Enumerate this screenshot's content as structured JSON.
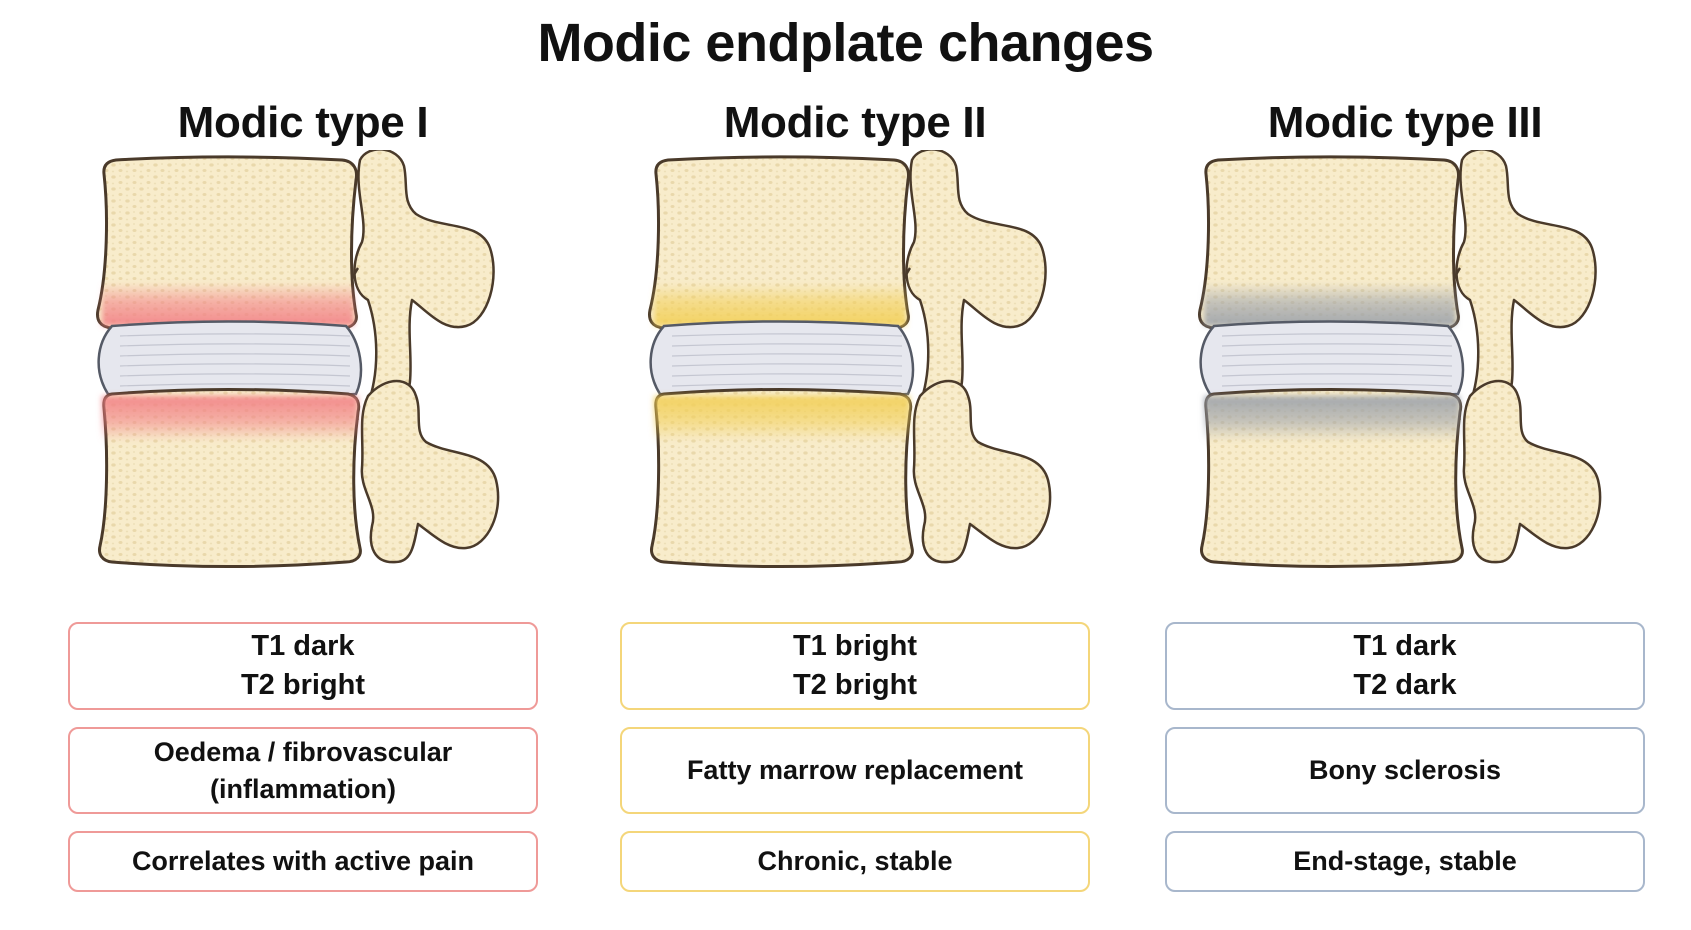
{
  "title": "Modic endplate changes",
  "colors": {
    "bone_fill": "#f8eccb",
    "bone_outline": "#4a3a2a",
    "disc_fill": "#e6e7ee"
  },
  "types": [
    {
      "name": "Modic type I",
      "signal_t1": "T1 dark",
      "signal_t2": "T2 bright",
      "pathology": "Oedema / fibrovascular (inflammation)",
      "clinical": "Correlates with active pain",
      "accent": "#ef9a98",
      "band_color": "#f27f85"
    },
    {
      "name": "Modic type II",
      "signal_t1": "T1 bright",
      "signal_t2": "T2 bright",
      "pathology": "Fatty marrow replacement",
      "clinical": "Chronic, stable",
      "accent": "#f4d67a",
      "band_color": "#f2cf55"
    },
    {
      "name": "Modic type III",
      "signal_t1": "T1 dark",
      "signal_t2": "T2 dark",
      "pathology": "Bony sclerosis",
      "clinical": "End-stage, stable",
      "accent": "#a8b7cc",
      "band_color": "#9aa0aa"
    }
  ]
}
